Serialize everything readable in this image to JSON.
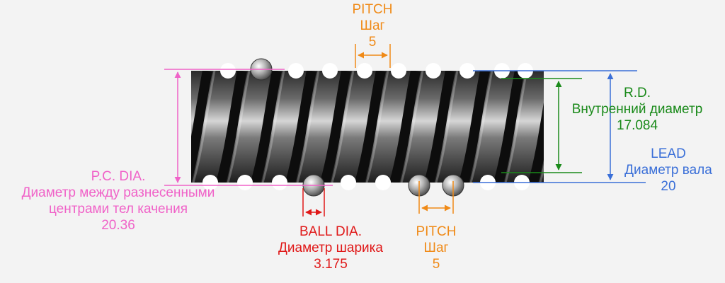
{
  "pitch_top": {
    "line1": "PITCH",
    "line2": "Шаг",
    "value": "5"
  },
  "pitch_bottom": {
    "line1": "PITCH",
    "line2": "Шаг",
    "value": "5"
  },
  "root_diameter": {
    "line1": "R.D.",
    "line2": "Внутренний диаметр",
    "value": "17.084"
  },
  "lead": {
    "line1": "LEAD",
    "line2": "Диаметр вала",
    "value": "20"
  },
  "pc_dia": {
    "line1": "P.C. DIA.",
    "line2": "Диаметр между разнесенными",
    "line3": "центрами тел качения",
    "value": "20.36"
  },
  "ball_dia": {
    "line1": "BALL DIA.",
    "line2": "Диаметр шарика",
    "value": "3.175"
  },
  "colors": {
    "pitch": "#f08a17",
    "root_diameter": "#1a8a1a",
    "lead": "#3a6fd8",
    "pc_dia": "#f062c8",
    "ball_dia": "#e01818"
  }
}
